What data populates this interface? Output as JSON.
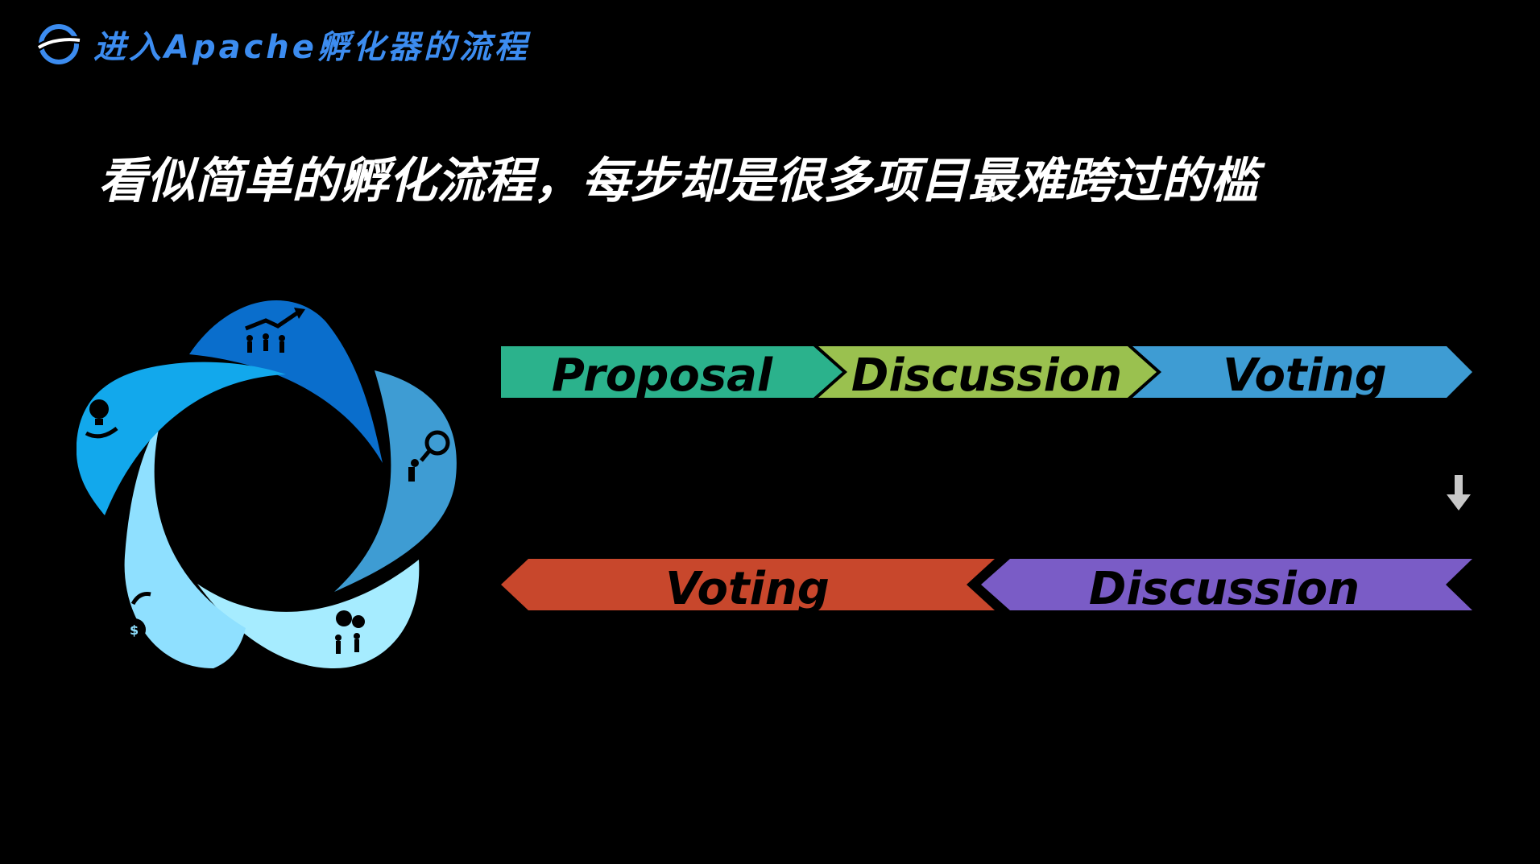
{
  "header": {
    "title": "进入Apache孵化器的流程",
    "logo_icon": "orbit-logo-icon"
  },
  "headline": "看似简单的孵化流程，每步却是很多项目最难跨过的槛",
  "flow": {
    "top_row": [
      {
        "label": "Proposal",
        "color": "#2bb28c"
      },
      {
        "label": "Discussion",
        "color": "#9ac14f"
      },
      {
        "label": "Voting",
        "color": "#3e9cd3"
      }
    ],
    "bottom_row": [
      {
        "label": "Voting",
        "color": "#c8472c"
      },
      {
        "label": "Discussion",
        "color": "#7a5cc6"
      }
    ],
    "down_arrow_icon": "down-arrow-icon"
  },
  "cycle": {
    "petals": [
      {
        "icon": "growth-team-icon",
        "color": "#0a6ecc"
      },
      {
        "icon": "magnifier-person-icon",
        "color": "#3e9cd3"
      },
      {
        "icon": "gears-team-icon",
        "color": "#a6ecff"
      },
      {
        "icon": "money-bag-hand-icon",
        "color": "#8fe0ff"
      },
      {
        "icon": "idea-bulb-hand-icon",
        "color": "#12a8ec"
      }
    ]
  }
}
